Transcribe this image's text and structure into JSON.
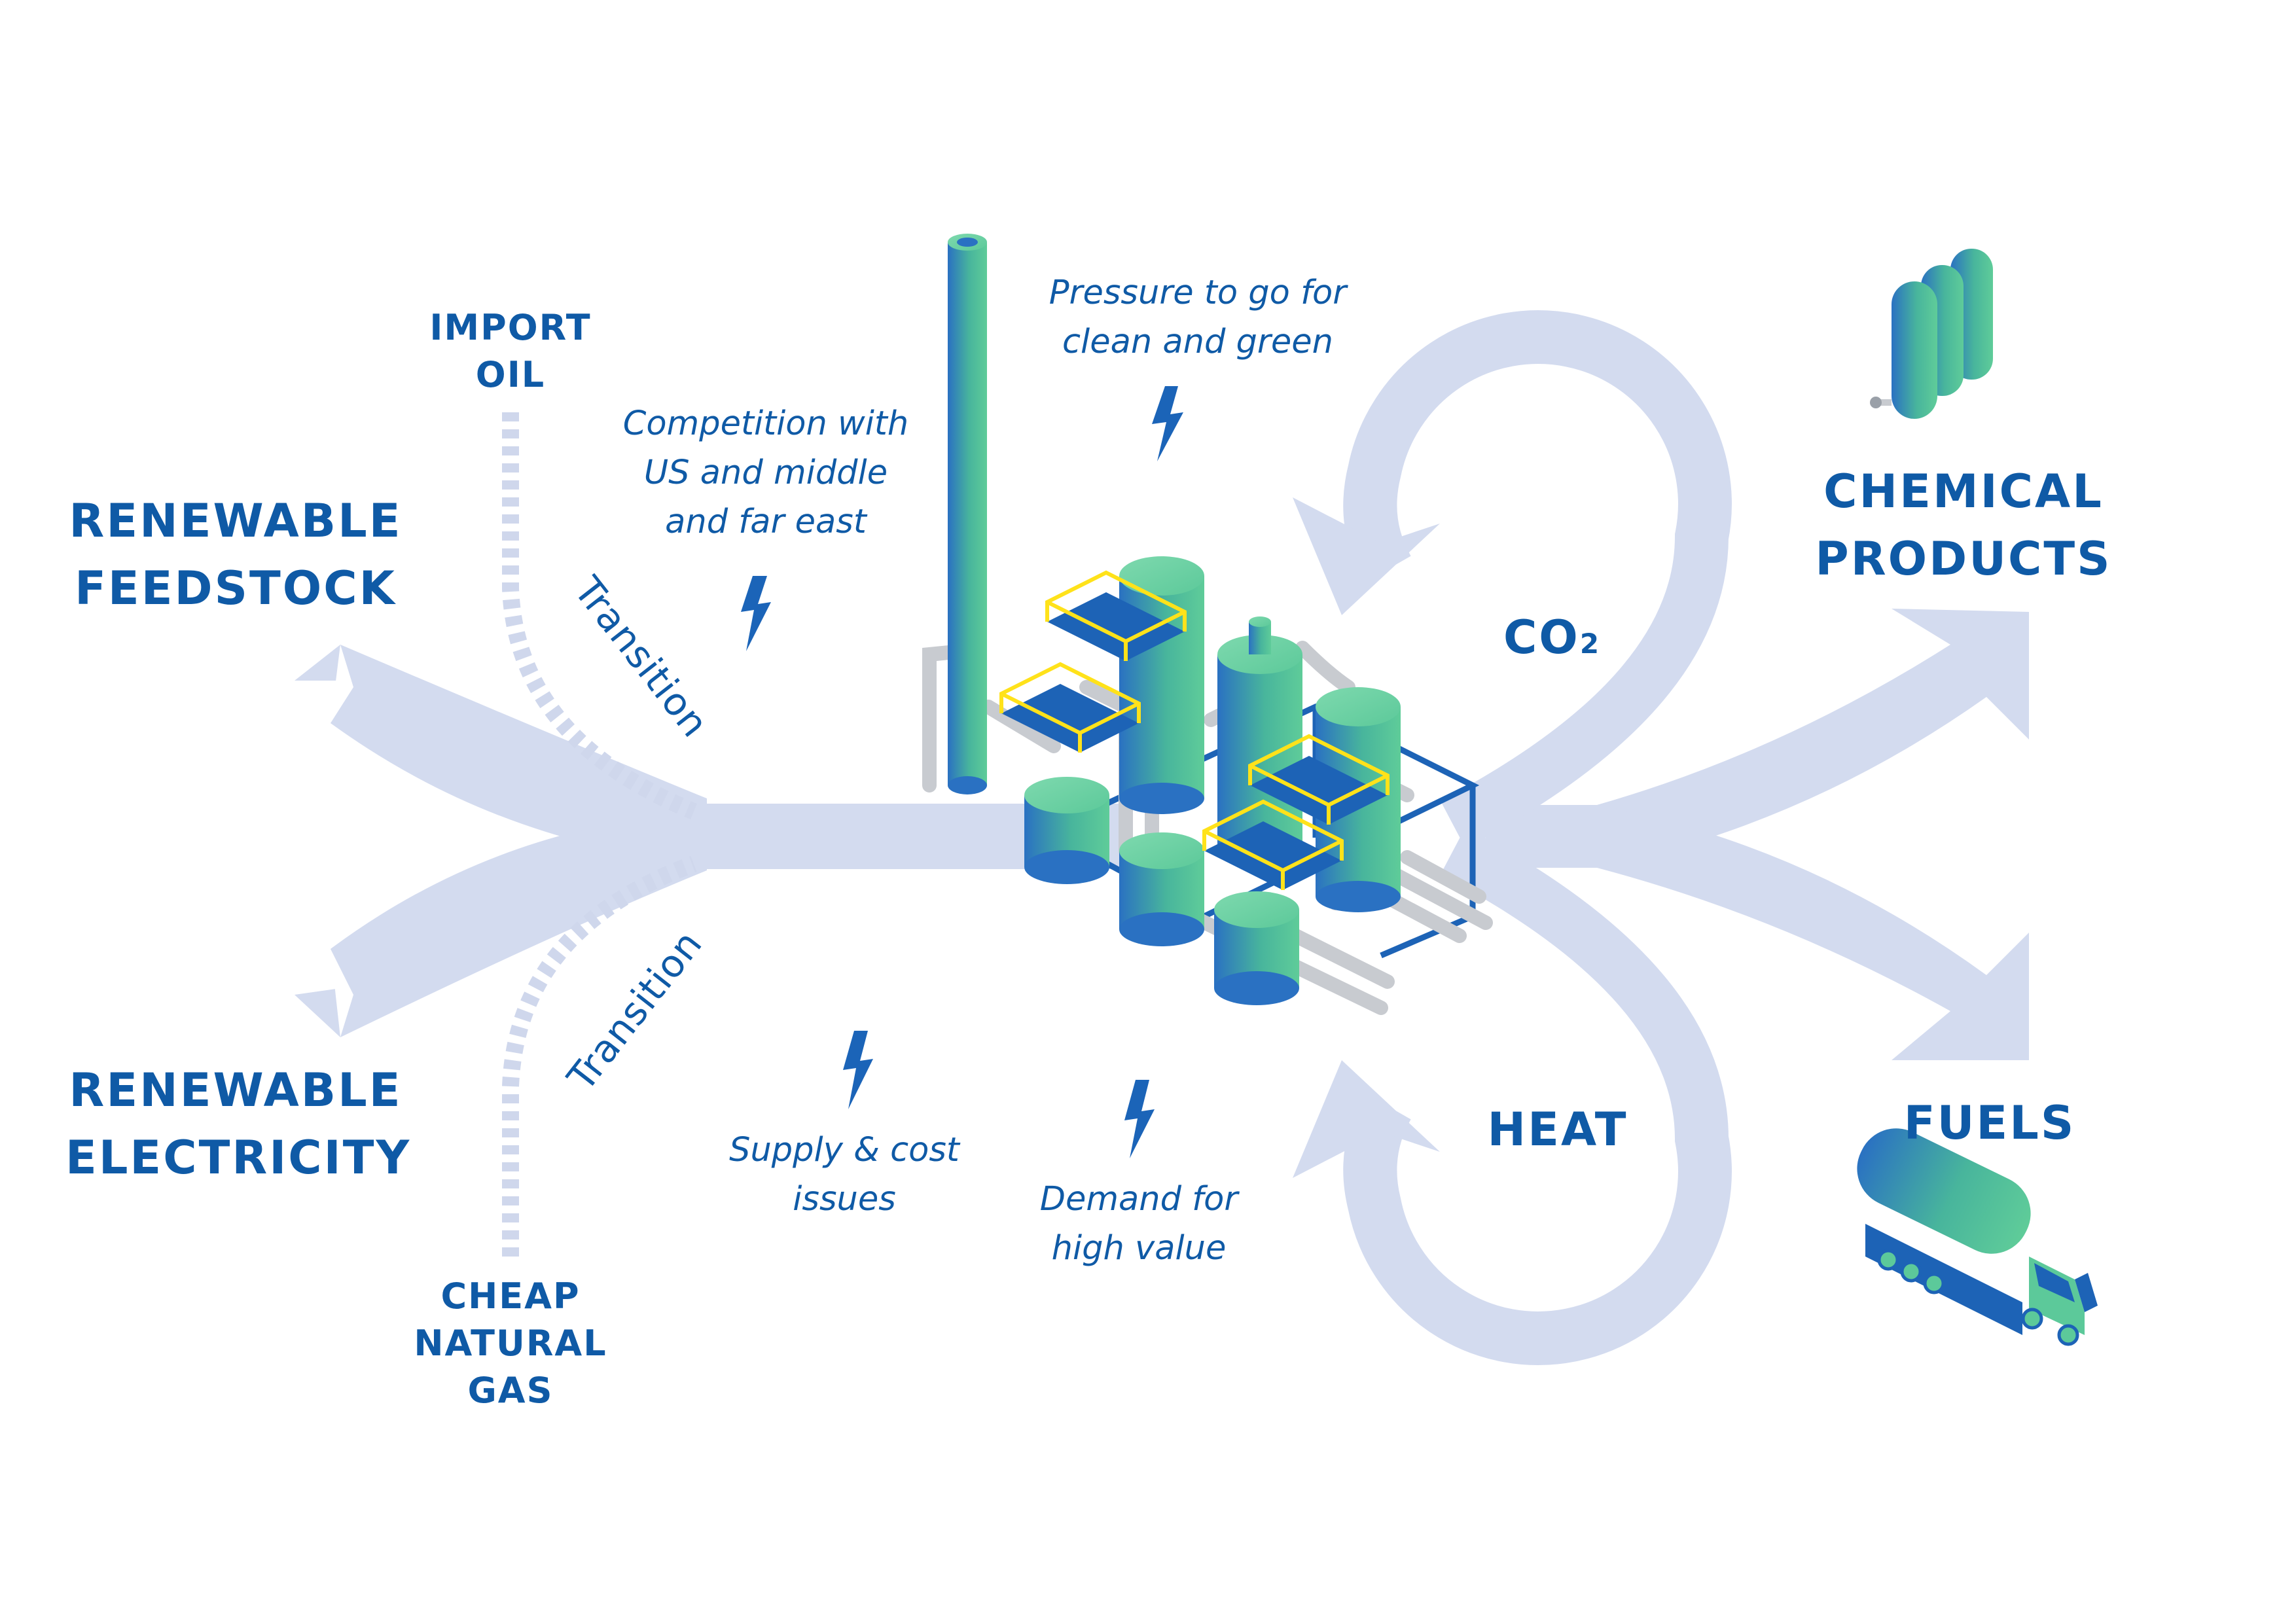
{
  "labels": {
    "renewable_feedstock": "RENEWABLE\nFEEDSTOCK",
    "renewable_electricity": "RENEWABLE\nELECTRICITY",
    "import_oil": "IMPORT\nOIL",
    "cheap_natural_gas": "CHEAP\nNATURAL GAS",
    "transition_top": "Transition",
    "transition_bottom": "Transition",
    "competition": "Competition with\nUS and middle\nand far east",
    "pressure": "Pressure to go for\nclean and green",
    "supply": "Supply & cost\nissues",
    "demand": "Demand for\nhigh value",
    "co2": "CO",
    "co2_sub": "2",
    "heat": "HEAT",
    "chemical_products": "CHEMICAL\nPRODUCTS",
    "fuels": "FUELS"
  },
  "colors": {
    "text": "#0f5aa6",
    "arrow": "#d3dbef",
    "dotted": "#cfd7ec",
    "bolt": "#1b64b8",
    "teal": "#5cc99a",
    "blue": "#1d63b6",
    "yellow": "#ffe21a",
    "pipe": "#c8cbd0"
  },
  "icons": [
    "lightning-bolt-icon",
    "refinery-plant-icon",
    "gas-cylinders-icon",
    "tanker-truck-icon"
  ]
}
